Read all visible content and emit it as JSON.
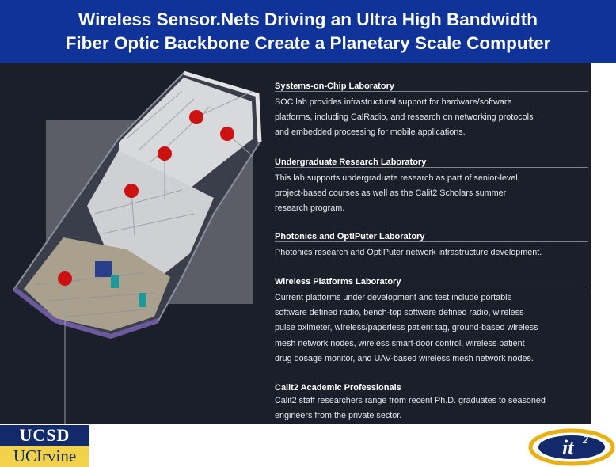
{
  "slide": {
    "title_line1": "Wireless Sensor.Nets Driving an Ultra High Bandwidth",
    "title_line2": "Fiber Optic Backbone Create a Planetary Scale Computer"
  },
  "labs": [
    {
      "heading": "Systems-on-Chip Laboratory",
      "lines": "SOC lab provides infrastructural support for hardware/software\nplatforms, including CalRadio, and research on networking protocols\nand embedded processing for mobile applications."
    },
    {
      "heading": "Undergraduate Research Laboratory",
      "lines": "This lab supports undergraduate research as part of senior-level,\nproject-based courses as well as the Calit2 Scholars summer\nresearch program."
    },
    {
      "heading": "Photonics and OptIPuter Laboratory",
      "lines": "Photonics research and OptIPuter network infrastructure development."
    },
    {
      "heading": "Wireless Platforms Laboratory",
      "lines": "Current platforms under development and test include portable\nsoftware defined radio, bench-top software defined radio, wireless\npulse oximeter, wireless/paperless patient tag, ground-based wireless\nmesh network nodes, wireless smart-door control, wireless patient\ndrug dosage monitor, and UAV-based wireless mesh network nodes."
    },
    {
      "heading": "Calit2 Academic Professionals",
      "lines": "Calit2 staff researchers range from recent Ph.D. graduates to seasoned\nengineers from the private sector."
    }
  ],
  "logos": {
    "ucsd": "UCSD",
    "uci": "UCIrvine",
    "it2_main": "it",
    "it2_sup": "2"
  },
  "colors": {
    "title_bg": "#0f3399",
    "panel_bg": "#1b1f2a",
    "marker_red": "#cc1111"
  }
}
